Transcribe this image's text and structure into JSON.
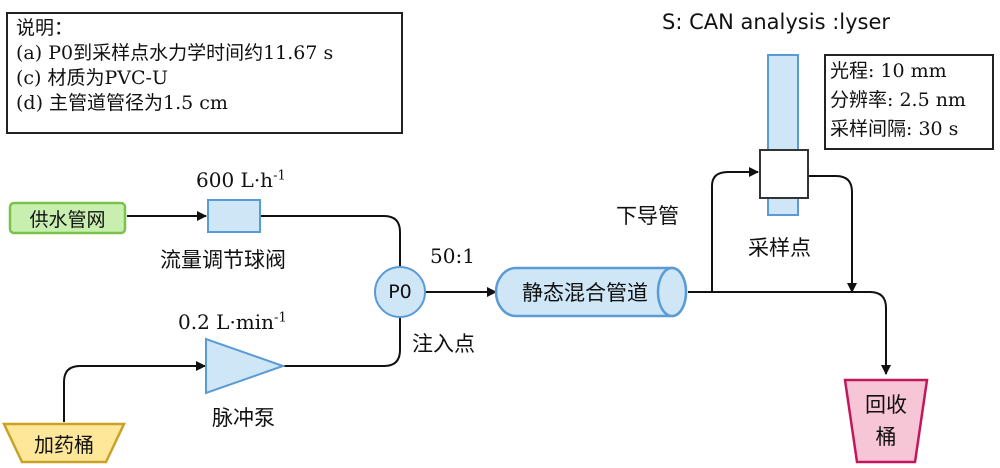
{
  "notes": {
    "title": "说明：",
    "lines": [
      "(a) P0到采样点水力学时间约11.67 s",
      "(c) 材质为PVC-U",
      "(d) 主管道管径为1.5 cm"
    ]
  },
  "analyzer": {
    "title": "S: CAN analysis :lyser",
    "params": [
      "光程: 10 mm",
      "分辨率: 2.5 nm",
      "采样间隔: 30 s"
    ]
  },
  "nodes": {
    "water_supply": "供水管网",
    "dosing_tank": "加药桶",
    "injection_point": "P0",
    "mixer": "静态混合管道",
    "recycle": [
      "回收",
      "桶"
    ]
  },
  "labels": {
    "flow_rate": "600 L·h",
    "flow_rate_exp": "-1",
    "valve": "流量调节球阀",
    "pump_rate": "0.2 L·min",
    "pump_rate_exp": "-1",
    "pump": "脉冲泵",
    "ratio": "50:1",
    "injection": "注入点",
    "down_pipe": "下导管",
    "sampling": "采样点"
  },
  "colors": {
    "supply_fill": "#c8efb0",
    "supply_border": "#7ac24a",
    "blue_fill": "#cfe6f7",
    "blue_border": "#5a9bd5",
    "yellow_fill": "#ffe79a",
    "yellow_border": "#c9a227",
    "pink_fill": "#f7c6d6",
    "pink_border": "#c2185b"
  }
}
